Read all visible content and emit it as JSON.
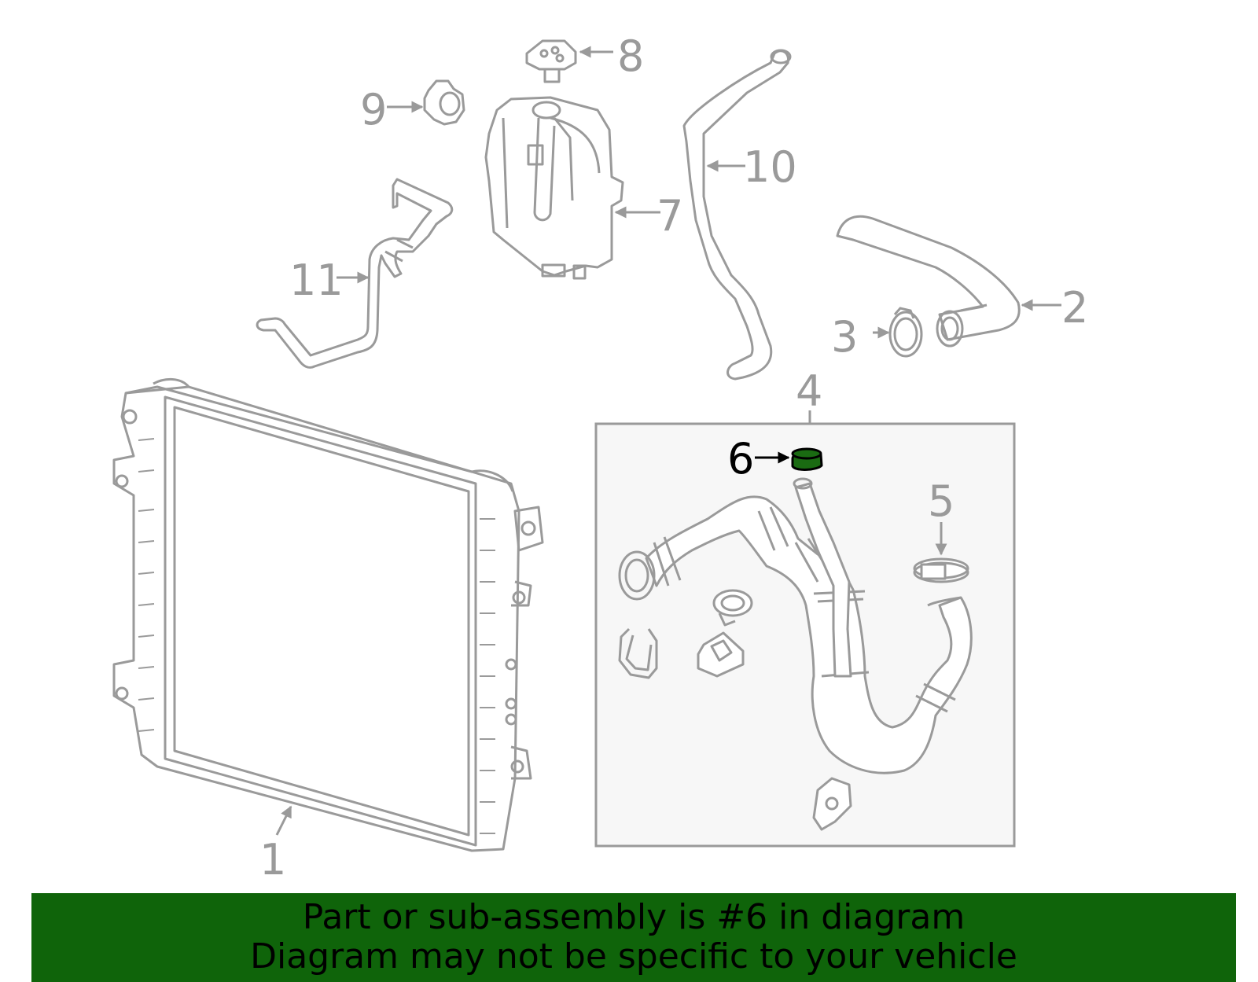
{
  "colors": {
    "line": "#9a9a9a",
    "highlight_part": "#1a6b12",
    "highlight_label": "#000000",
    "subassembly_box_fill": "#f7f7f7",
    "banner_bg": "#0f640a",
    "banner_text": "#000000"
  },
  "highlighted_part": "6",
  "callouts": {
    "c1": "1",
    "c2": "2",
    "c3": "3",
    "c4": "4",
    "c5": "5",
    "c6": "6",
    "c7": "7",
    "c8": "8",
    "c9": "9",
    "c10": "10",
    "c11": "11"
  },
  "banner": {
    "line1": "Part or sub-assembly is #6 in diagram",
    "line2": "Diagram may not be specific to your vehicle"
  }
}
